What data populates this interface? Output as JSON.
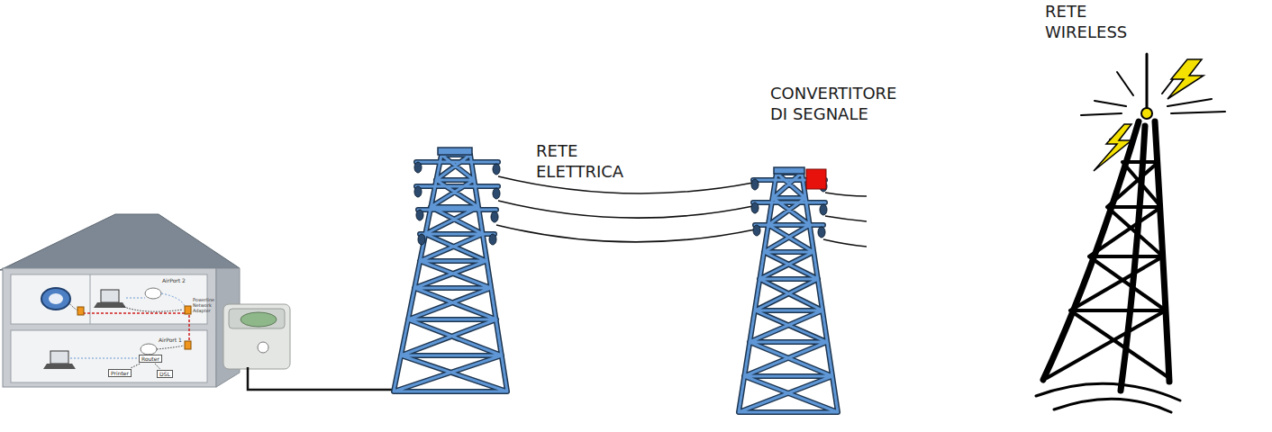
{
  "diagram": {
    "nodes": [
      {
        "text": [
          "Router"
        ]
      },
      {
        "text": [
          "Printer"
        ]
      },
      {
        "text": [
          "DSL"
        ]
      }
    ],
    "edges": [
      {
        "from": 0,
        "to": 1,
        "arrow": "none"
      },
      {
        "from": 0,
        "to": 2,
        "arrow": "none"
      }
    ],
    "labels": [
      "RETE WIRELESS",
      "CONVERTITORE DI SEGNALE",
      "RETE ELETTRICA",
      "AirPort 2",
      "Powerline Network Adapter",
      "AirPort 1"
    ]
  }
}
